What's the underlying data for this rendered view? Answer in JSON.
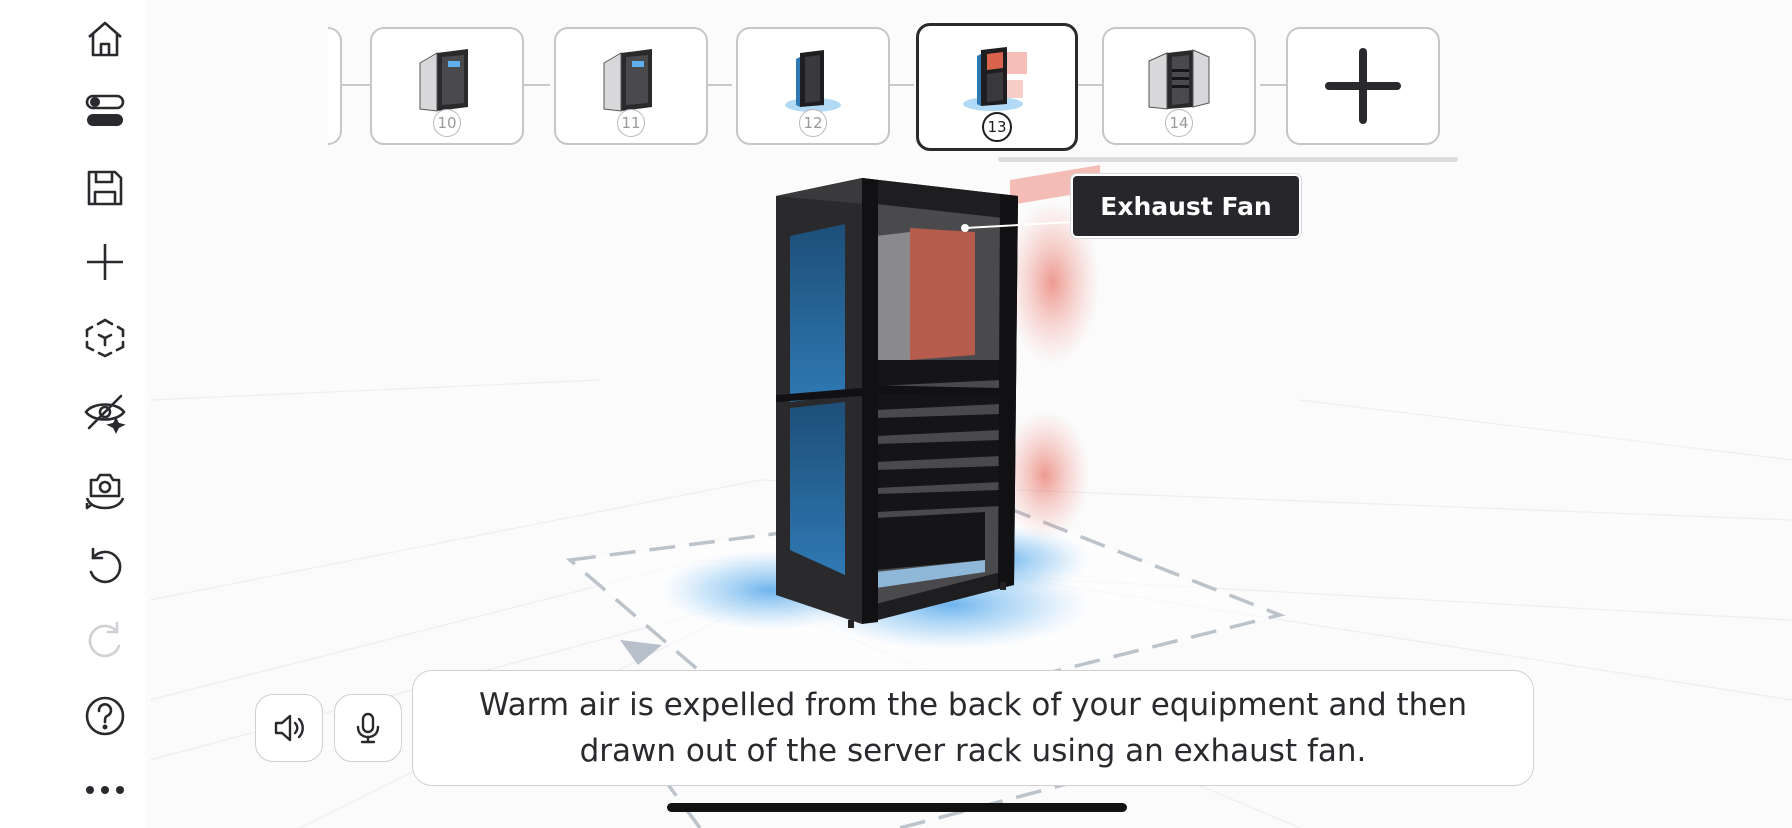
{
  "steps": [
    {
      "number": "10"
    },
    {
      "number": "11"
    },
    {
      "number": "12"
    },
    {
      "number": "13",
      "active": true
    },
    {
      "number": "14"
    }
  ],
  "callout": {
    "label": "Exhaust Fan"
  },
  "caption": {
    "text": "Warm air is expelled from the back of your equipment and then drawn out of the server rack using an exhaust fan."
  },
  "icons": {
    "toolbar": [
      "home-icon",
      "toggles-icon",
      "save-icon",
      "add-icon",
      "cube-icon",
      "hide-icon",
      "camera-rotate-icon",
      "undo-icon",
      "redo-icon",
      "help-icon",
      "more-icon"
    ],
    "bottom": [
      "speaker-icon",
      "microphone-icon"
    ],
    "strip": [
      "plus-icon"
    ]
  },
  "colors": {
    "accent_dark": "#26262b",
    "cold_air": "#4aa6e6",
    "hot_air": "#e24a38",
    "disabled": "#d0d0d4"
  }
}
